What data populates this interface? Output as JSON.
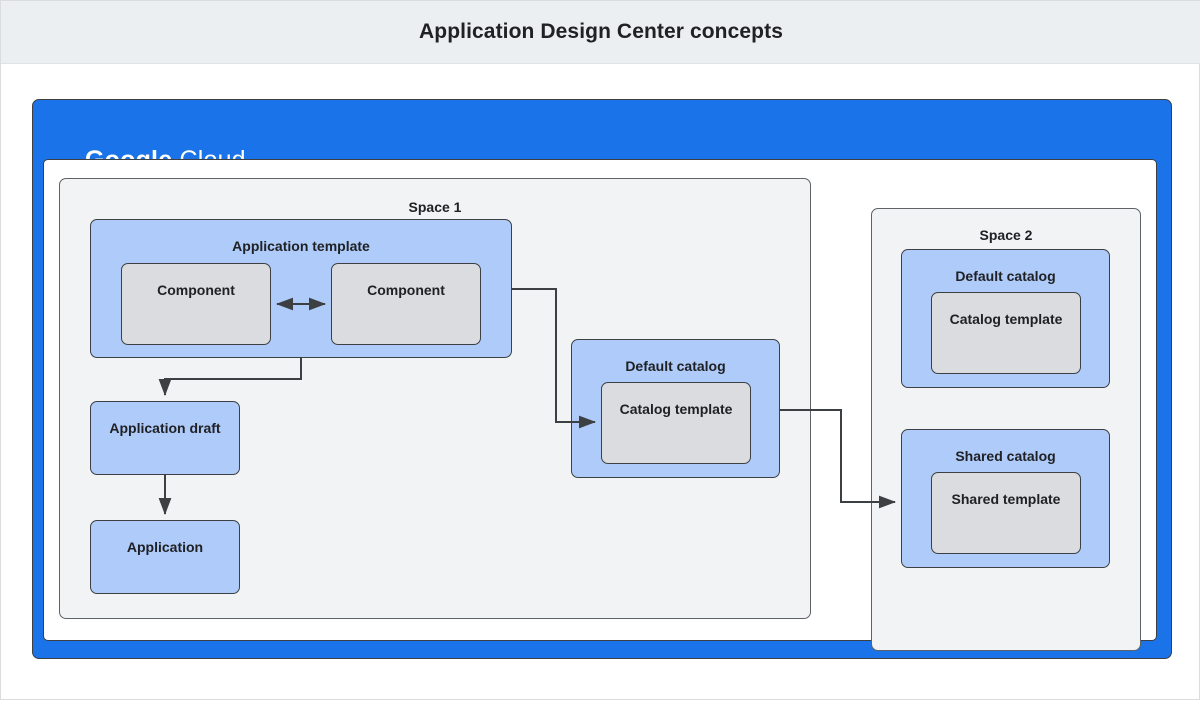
{
  "header": {
    "title": "Application Design Center concepts"
  },
  "cloud_panel": {
    "logo_primary": "Google",
    "logo_secondary": "Cloud"
  },
  "spaces": [
    {
      "id": "space-1",
      "label": "Space 1",
      "nodes": {
        "application_template": {
          "label": "Application template",
          "components": [
            {
              "label": "Component"
            },
            {
              "label": "Component"
            }
          ]
        },
        "application_draft": {
          "label": "Application draft"
        },
        "application": {
          "label": "Application"
        },
        "default_catalog": {
          "label": "Default catalog",
          "template": {
            "label": "Catalog template"
          }
        }
      }
    },
    {
      "id": "space-2",
      "label": "Space 2",
      "nodes": {
        "default_catalog": {
          "label": "Default catalog",
          "template": {
            "label": "Catalog template"
          }
        },
        "shared_catalog": {
          "label": "Shared catalog",
          "template": {
            "label": "Shared template"
          }
        }
      }
    }
  ],
  "connectors": [
    {
      "name": "component-to-component",
      "style": "bidirectional-arrow"
    },
    {
      "name": "application-template-to-application-draft",
      "style": "arrow"
    },
    {
      "name": "application-draft-to-application",
      "style": "arrow"
    },
    {
      "name": "application-template-to-default-catalog",
      "style": "arrow"
    },
    {
      "name": "default-catalog-to-shared-catalog",
      "style": "arrow"
    }
  ],
  "colors": {
    "header_background": "#eceff1",
    "cloud_blue": "#1a73e8",
    "group_blue": "#aecbfa",
    "inner_grey": "#dadce0",
    "space_grey": "#f1f3f4",
    "stroke": "#3c4043",
    "text": "#202124"
  }
}
